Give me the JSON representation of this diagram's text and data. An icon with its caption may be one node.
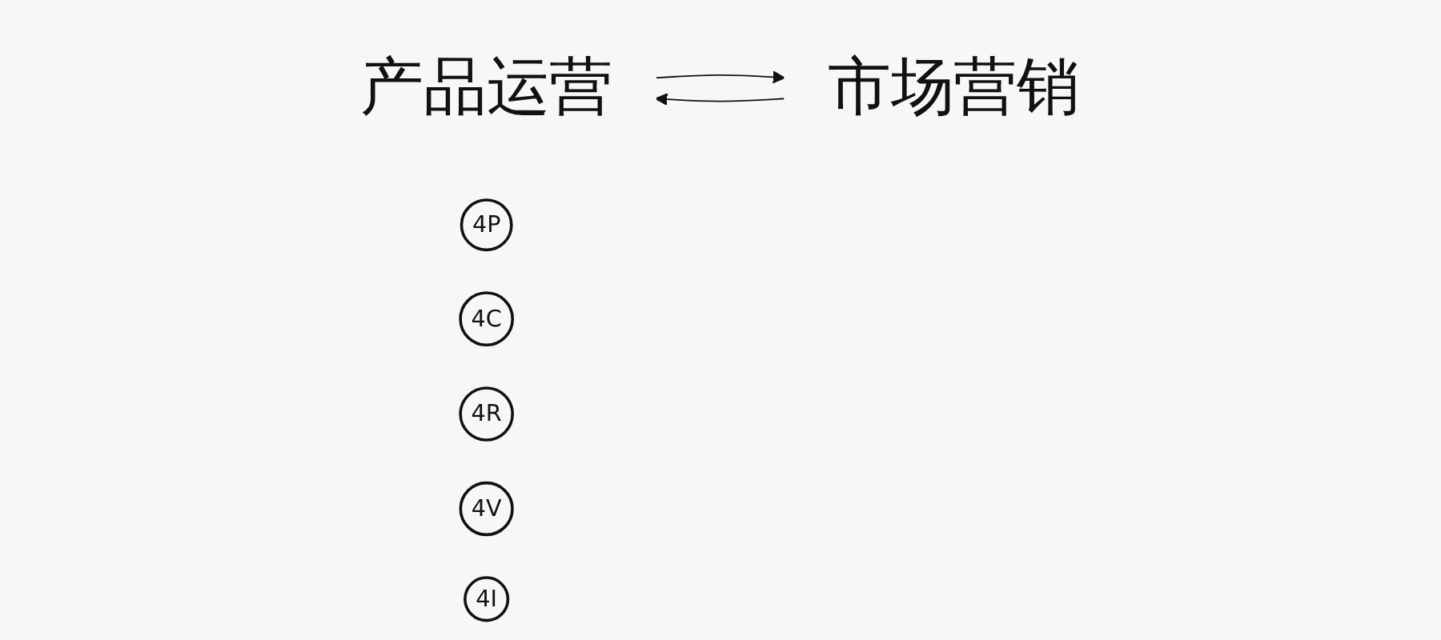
{
  "diagram": {
    "nodes": [
      {
        "text": [
          "产品运营"
        ]
      },
      {
        "text": [
          "市场营销"
        ]
      },
      {
        "text": [
          "4P"
        ]
      },
      {
        "text": [
          "4C"
        ]
      },
      {
        "text": [
          "4R"
        ]
      },
      {
        "text": [
          "4V"
        ]
      },
      {
        "text": [
          "4I"
        ]
      }
    ],
    "edges": [
      {
        "from": 0,
        "to": 1,
        "arrow": "to"
      },
      {
        "from": 1,
        "to": 0,
        "arrow": "to"
      }
    ]
  }
}
